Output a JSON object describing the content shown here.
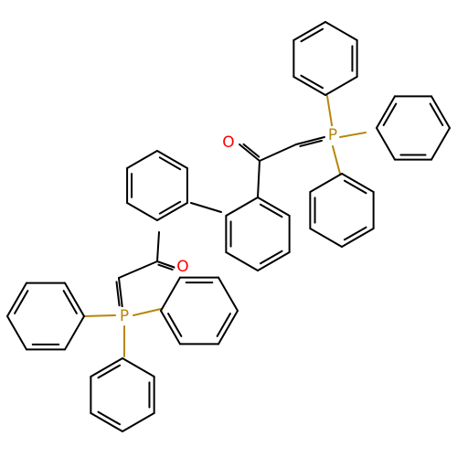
{
  "molecule": {
    "atoms": {
      "O1": "O",
      "O2": "O",
      "P1": "P",
      "P2": "P"
    },
    "colors": {
      "bond": "#000000",
      "oxygen": "#ff0000",
      "phosphorus": "#b8860b"
    }
  }
}
